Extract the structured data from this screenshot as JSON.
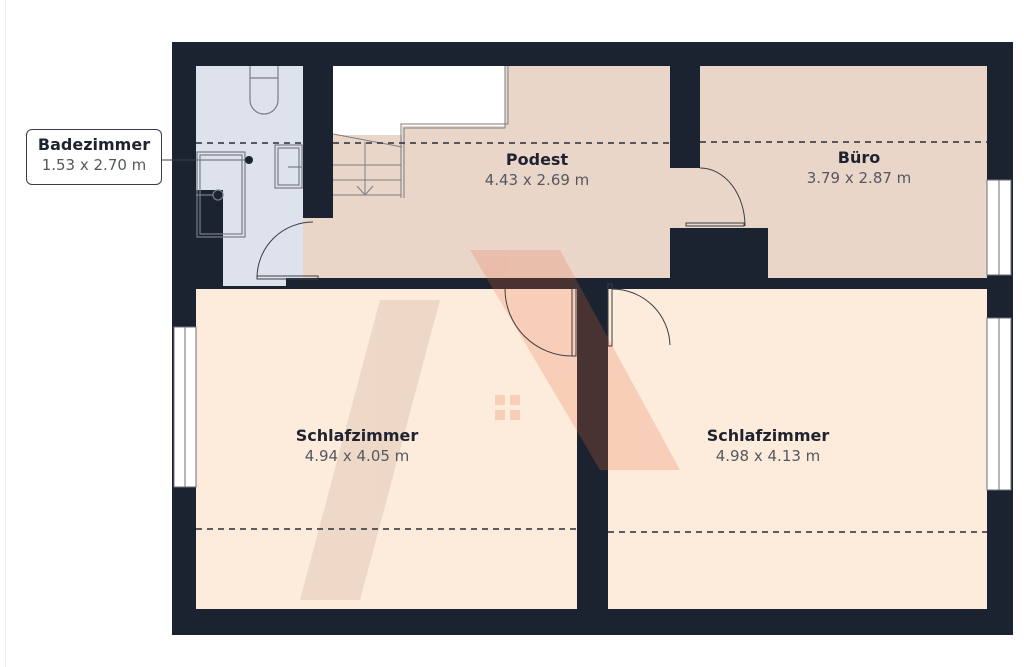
{
  "floorplan": {
    "colors": {
      "wall": "#1c2330",
      "bathroom": "#dde2ec",
      "landing": "#ead6c9",
      "office": "#ead6c9",
      "bedroom": "#fdebdb",
      "stairwell": "#ffffff",
      "watermark": "#f2b9a0"
    },
    "rooms": [
      {
        "id": "bathroom",
        "name": "Badezimmer",
        "dimensions": "1.53 x 2.70 m"
      },
      {
        "id": "landing",
        "name": "Podest",
        "dimensions": "4.43 x 2.69 m"
      },
      {
        "id": "office",
        "name": "Büro",
        "dimensions": "3.79 x 2.87 m"
      },
      {
        "id": "bedroom-left",
        "name": "Schlafzimmer",
        "dimensions": "4.94 x 4.05 m"
      },
      {
        "id": "bedroom-right",
        "name": "Schlafzimmer",
        "dimensions": "4.98 x 4.13 m"
      }
    ]
  }
}
